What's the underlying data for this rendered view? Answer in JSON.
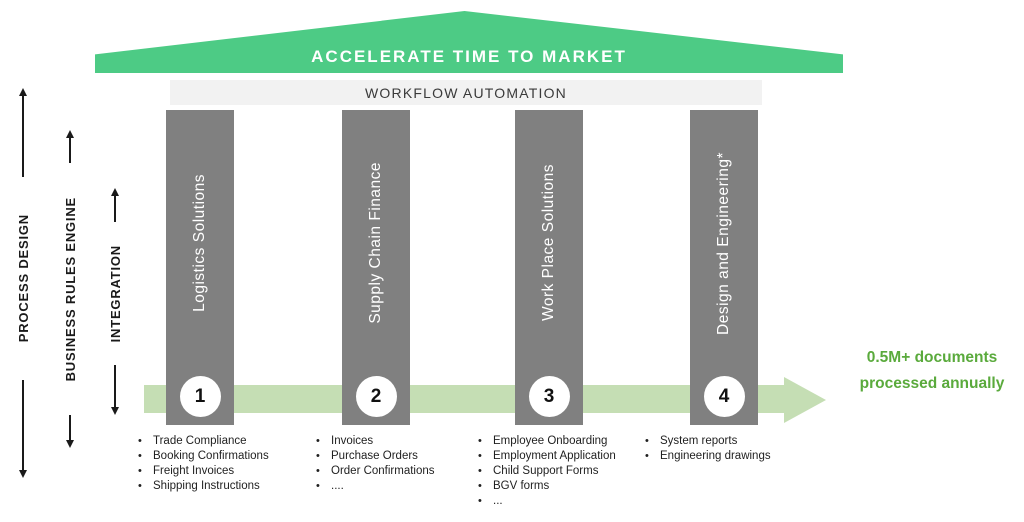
{
  "roof": {
    "label": "ACCELERATE TIME TO MARKET",
    "color": "#4dcb85"
  },
  "banner": {
    "label": "WORKFLOW AUTOMATION",
    "bg_color": "#f2f2f2"
  },
  "side_axes": [
    {
      "label": "PROCESS DESIGN"
    },
    {
      "label": "BUSINESS RULES ENGINE"
    },
    {
      "label": "INTEGRATION"
    }
  ],
  "pillars": [
    {
      "number": "1",
      "title": "Logistics Solutions",
      "items": [
        "Trade Compliance",
        "Booking Confirmations",
        "Freight Invoices",
        "Shipping Instructions"
      ]
    },
    {
      "number": "2",
      "title": "Supply Chain Finance",
      "items": [
        "Invoices",
        "Purchase Orders",
        "Order Confirmations",
        "...."
      ]
    },
    {
      "number": "3",
      "title": "Work Place Solutions",
      "items": [
        "Employee Onboarding",
        "Employment Application",
        "Child Support Forms",
        "BGV forms",
        "..."
      ]
    },
    {
      "number": "4",
      "title": "Design and Engineering*",
      "items": [
        "System reports",
        "Engineering drawings"
      ]
    }
  ],
  "flow_arrow": {
    "color": "#c5deb4"
  },
  "callout": {
    "line1": "0.5M+ documents",
    "line2": "processed annually",
    "color": "#5aaa3c"
  },
  "colors": {
    "pillar_gray": "#808080",
    "text_dark": "#1a1a1a"
  }
}
